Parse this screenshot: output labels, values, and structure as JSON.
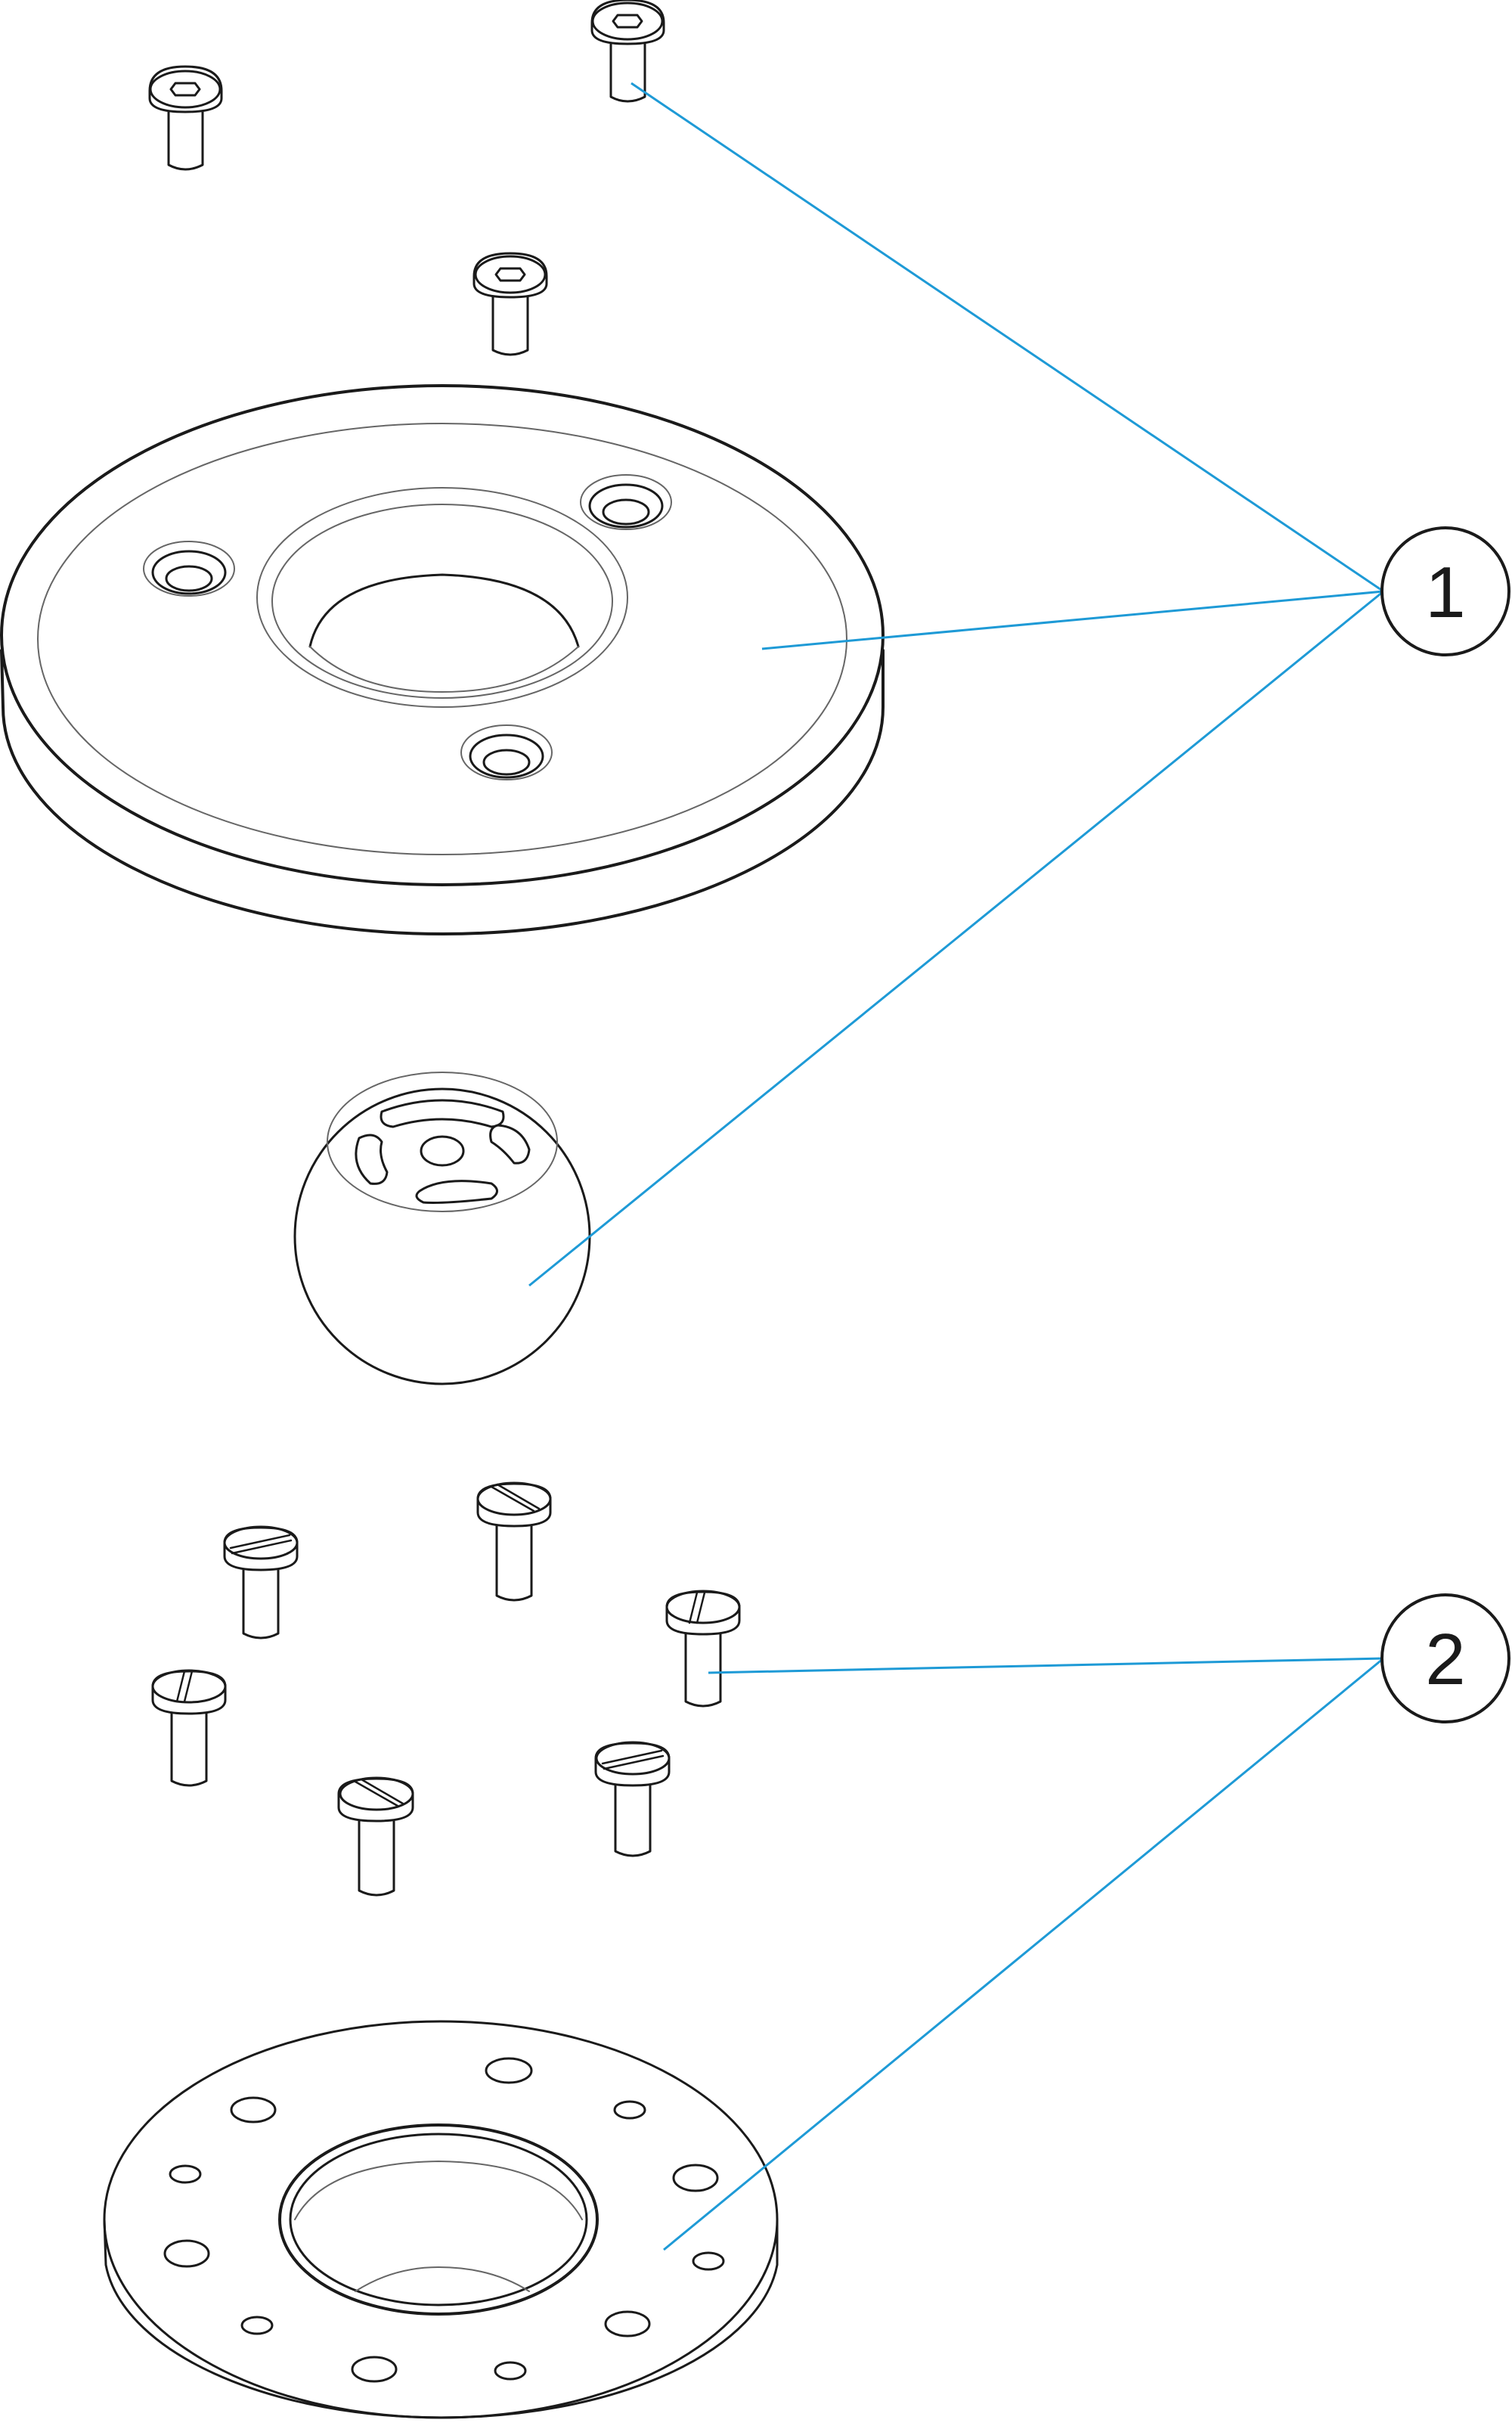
{
  "diagram": {
    "callouts": [
      {
        "id": "1",
        "label": "1"
      },
      {
        "id": "2",
        "label": "2"
      }
    ],
    "colors": {
      "line": "#1a1a1a",
      "thin": "#555555",
      "leader": "#1e9ad6",
      "background": "#ffffff"
    }
  }
}
